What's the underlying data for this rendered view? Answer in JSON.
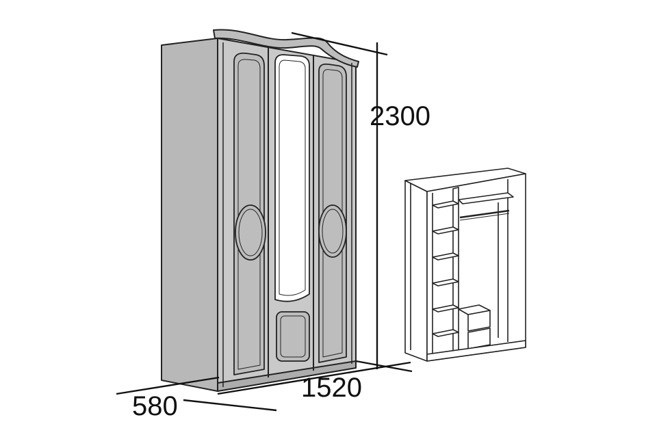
{
  "dimensions": {
    "height": "2300",
    "width": "1520",
    "depth": "580"
  },
  "colors": {
    "outline": "#222222",
    "body_gray": "#c9c9c9",
    "side_gray": "#b8b8b8",
    "panel_gray": "#bdbdbd",
    "mirror": "#ffffff",
    "interior_fill": "#ffffff"
  }
}
